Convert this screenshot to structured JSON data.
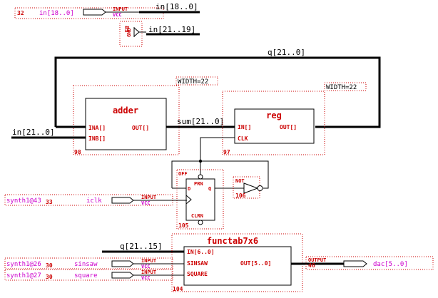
{
  "pins": {
    "in_18": {
      "num": "32",
      "signal": "in[18..0]",
      "type": "INPUT",
      "vcc": "VCC",
      "net": "in[18..0]"
    },
    "gnd": {
      "num": "83",
      "label": "GND",
      "net": "in[21..19]"
    },
    "iclk": {
      "num": "33",
      "left": "synth1@43",
      "signal": "iclk",
      "type": "INPUT",
      "vcc": "VCC"
    },
    "sinsaw": {
      "num": "30",
      "left": "synth1@26",
      "signal": "sinsaw",
      "type": "INPUT",
      "vcc": "VCC"
    },
    "square": {
      "num": "30",
      "left": "synth1@27",
      "signal": "square",
      "type": "INPUT",
      "vcc": "VCC"
    },
    "dac": {
      "num": "46",
      "signal": "dac[5..0]",
      "type": "OUTPUT"
    }
  },
  "nets": {
    "feedback": "q[21..0]",
    "input": "in[21..0]",
    "sum": "sum[21..0]",
    "func_in": "q[21..15]"
  },
  "adder": {
    "title": "adder",
    "in_a": "INA[]",
    "in_b": "INB[]",
    "out": "OUT[]",
    "num": "98",
    "param": "WIDTH=22"
  },
  "reg": {
    "title": "reg",
    "in": "IN[]",
    "clk": "CLK",
    "out": "OUT[]",
    "num": "97",
    "param": "WIDTH=22"
  },
  "dff": {
    "off": "OFF",
    "prn": "PRN",
    "d": "D",
    "q": "Q",
    "clrn": "CLRN",
    "num": "105"
  },
  "not_gate": {
    "label": "NOT",
    "num": "106"
  },
  "functab": {
    "title": "functab7x6",
    "in": "IN[6..0]",
    "sinsaw": "SINSAW",
    "square": "SQUARE",
    "out": "OUT[5..0]",
    "num": "104"
  }
}
